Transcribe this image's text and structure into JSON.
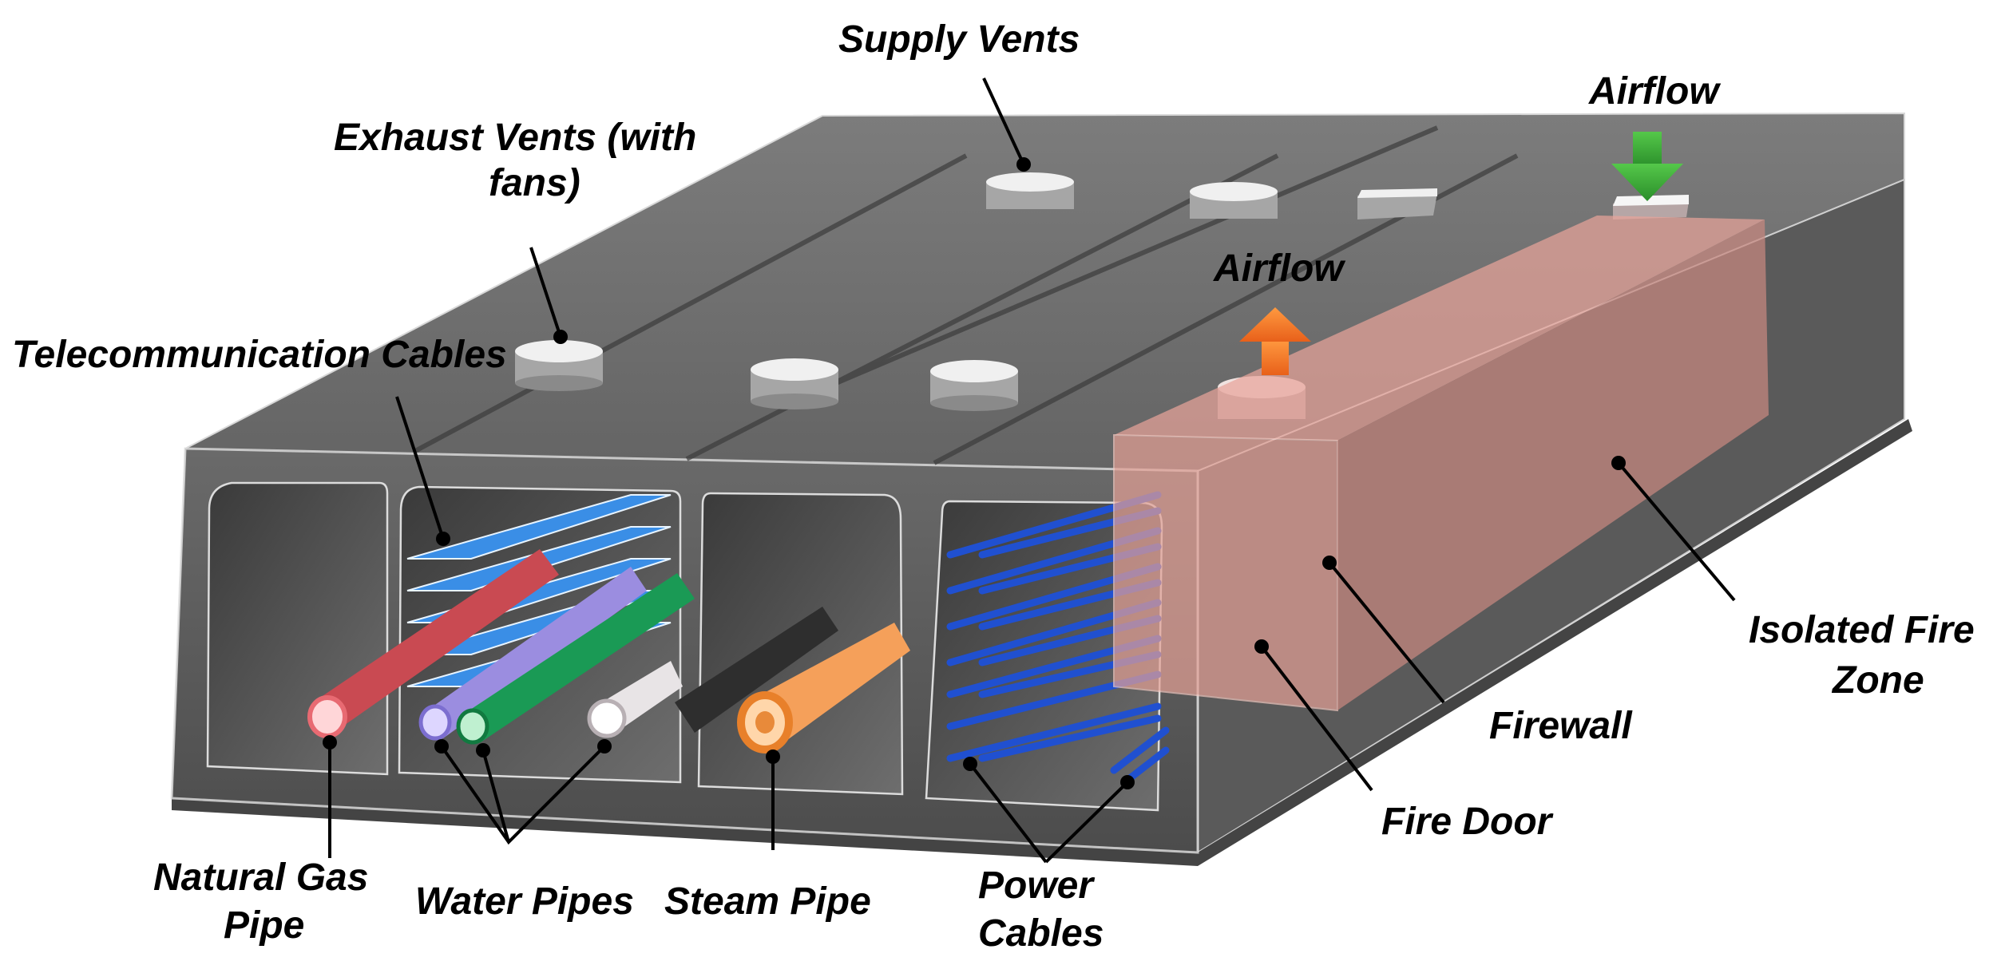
{
  "labels": {
    "supply_vents": "Supply Vents",
    "exhaust_vents_1": "Exhaust Vents (with",
    "exhaust_vents_2": "fans)",
    "telecom_cables": "Telecommunication Cables",
    "airflow_out": "Airflow",
    "airflow_in": "Airflow",
    "isolated_fire_zone_1": "Isolated Fire",
    "isolated_fire_zone_2": "Zone",
    "firewall": "Firewall",
    "fire_door": "Fire Door",
    "natural_gas_pipe_1": "Natural Gas",
    "natural_gas_pipe_2": "Pipe",
    "water_pipes": "Water Pipes",
    "steam_pipe": "Steam Pipe",
    "power_cables_1": "Power",
    "power_cables_2": "Cables"
  },
  "colors": {
    "tunnel_body": "#5b5b5b",
    "tunnel_top": "#6e6e6e",
    "fire_zone": "#e8a39a",
    "telecom": "#3a8ee6",
    "natural_gas": "#e86a72",
    "water_purple": "#9b8de0",
    "water_green": "#1a9a55",
    "water_white": "#e8e4e6",
    "steam": "#f5a05a",
    "power": "#2050d0",
    "airflow_out_arrow": "#f07a22",
    "airflow_in_arrow": "#3aa83a"
  },
  "icons": {
    "airflow_out": "arrow-up-icon",
    "airflow_in": "arrow-down-icon"
  }
}
